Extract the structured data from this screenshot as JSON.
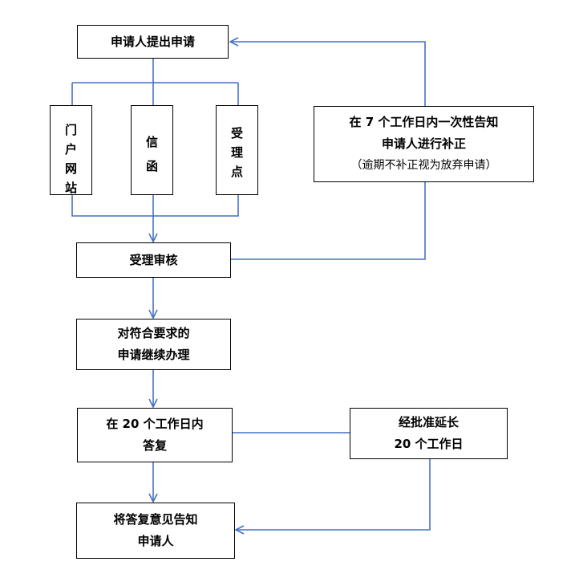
{
  "colors": {
    "connector": "#4472C4",
    "box_border": "#000000",
    "text": "#000000"
  },
  "nodes": {
    "apply": {
      "lines": [
        "申请人提出申请"
      ]
    },
    "portal": {
      "chars": [
        "门",
        "户",
        "网",
        "站"
      ]
    },
    "letter": {
      "chars": [
        "信",
        "函"
      ]
    },
    "office": {
      "chars": [
        "受",
        "理",
        "点"
      ]
    },
    "notify": {
      "lines": [
        "在 7 个工作日内一次性告知",
        "申请人进行补正",
        "（逾期不补正视为放弃申请）"
      ]
    },
    "accept": {
      "lines": [
        "受理审核"
      ]
    },
    "comply": {
      "lines": [
        "对符合要求的",
        "申请继续办理"
      ]
    },
    "reply": {
      "lines": [
        "在 20 个工作日内",
        "答复"
      ]
    },
    "extend": {
      "lines": [
        "经批准延长",
        "20 个工作日"
      ]
    },
    "inform": {
      "lines": [
        "将答复意见告知",
        "申请人"
      ]
    }
  }
}
